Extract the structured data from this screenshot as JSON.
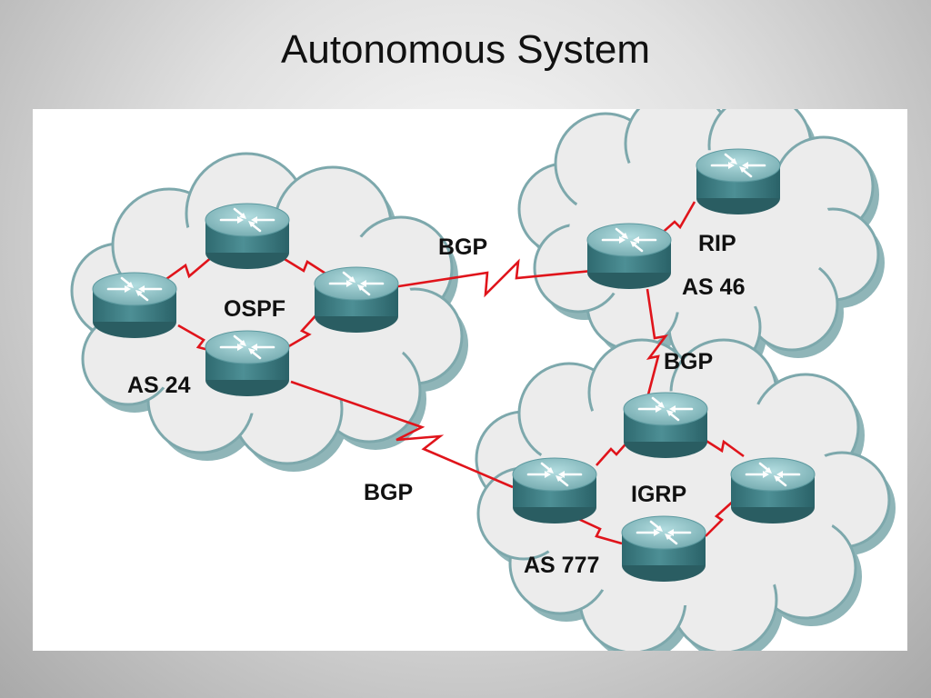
{
  "title": "Autonomous System",
  "colors": {
    "link": "#e0141b",
    "cloud_fill": "#ececec",
    "cloud_edge": "#7da8ac",
    "router_top": "#8fc2c6",
    "router_side": "#3f7e84"
  },
  "clouds": [
    {
      "id": "as24",
      "protocol": "OSPF",
      "as_label": "AS 24"
    },
    {
      "id": "as46",
      "protocol": "RIP",
      "as_label": "AS 46"
    },
    {
      "id": "as777",
      "protocol": "IGRP",
      "as_label": "AS 777"
    }
  ],
  "links": {
    "bgp_as24_as46": "BGP",
    "bgp_as46_as777": "BGP",
    "bgp_as24_as777": "BGP"
  },
  "icons": {
    "router": "router-icon",
    "cloud": "cloud-shape"
  }
}
